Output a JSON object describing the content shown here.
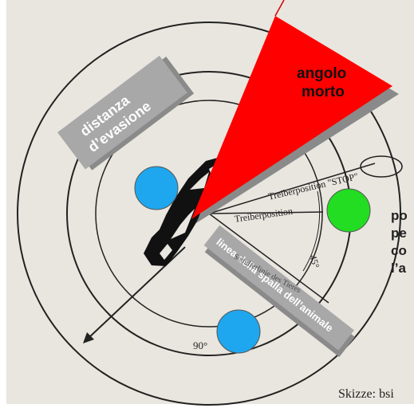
{
  "labels": {
    "flight_distance": [
      "distanza",
      "d’evasione"
    ],
    "blind_spot": [
      "angolo",
      "morto"
    ],
    "shoulder_line": "linea della spalla dell’animale",
    "handler_stop": "Treiberposition \"STOP\"",
    "handler_position": "Treiberposition",
    "point_of_balance_old": "Schulterlinie des Tieres",
    "angle_45": "45°",
    "angle_90": "90°",
    "side_text": [
      "po",
      "pe",
      "co",
      "l’a"
    ],
    "credit": "Skizze: bsi"
  },
  "colors": {
    "background": "#e9e6df",
    "blind_spot": "#ff0000",
    "handler_go": "#22dd22",
    "handler_alt": "#1ea7ee",
    "label_box": "#a8a8a8",
    "shadow": "#8a8a8a"
  }
}
